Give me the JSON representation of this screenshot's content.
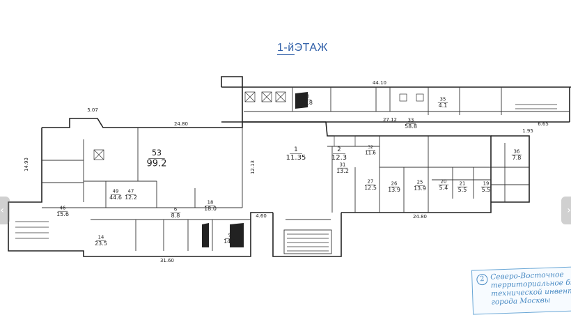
{
  "title": {
    "prefix": "1-й",
    "main": "ЭТАЖ"
  },
  "colors": {
    "ink": "#222222",
    "title_blue": "#2f5fa8",
    "stamp_blue": "#4a8bc4"
  },
  "navigation": {
    "prev_icon": "chevron-left-icon",
    "next_icon": "chevron-right-icon"
  },
  "dimensions": {
    "top_overall": "44.10",
    "left_wing_top": "24.80",
    "bottom_left": "31.60",
    "bottom_right": "24.80",
    "stair_width": "5.07",
    "center_height": "12.13",
    "left_height": "14.93",
    "corridor": "27.12",
    "entry": "4.60",
    "east_gap": "1.95",
    "right_edge": "6.65"
  },
  "rooms": [
    {
      "num": "53",
      "area": "99.2"
    },
    {
      "num": "1",
      "area": "11.35"
    },
    {
      "num": "2",
      "area": "12.3"
    },
    {
      "num": "32",
      "area": "11.6"
    },
    {
      "num": "31",
      "area": "13.2"
    },
    {
      "num": "27",
      "area": "12.5"
    },
    {
      "num": "26",
      "area": "13.9"
    },
    {
      "num": "25",
      "area": "13.9"
    },
    {
      "num": "33",
      "area": "58.8"
    },
    {
      "num": "18",
      "area": "18.0"
    },
    {
      "num": "49",
      "area": "44.6"
    },
    {
      "num": "14",
      "area": "23.5"
    },
    {
      "num": "47",
      "area": "12.2"
    },
    {
      "num": "40",
      "area": "33.8"
    },
    {
      "num": "35",
      "area": "4.1"
    },
    {
      "num": "21",
      "area": "5.5"
    },
    {
      "num": "20",
      "area": "5.4"
    },
    {
      "num": "19",
      "area": "5.5"
    },
    {
      "num": "46",
      "area": "15.6"
    },
    {
      "num": "6",
      "area": "8.8"
    },
    {
      "num": "9",
      "area": "14.2"
    },
    {
      "num": "36",
      "area": "7.8"
    }
  ],
  "stamp": {
    "number": "2",
    "lines": [
      "Северо-Восточное",
      "территориальное бюро",
      "технической инвентаризации",
      "города Москвы"
    ]
  }
}
